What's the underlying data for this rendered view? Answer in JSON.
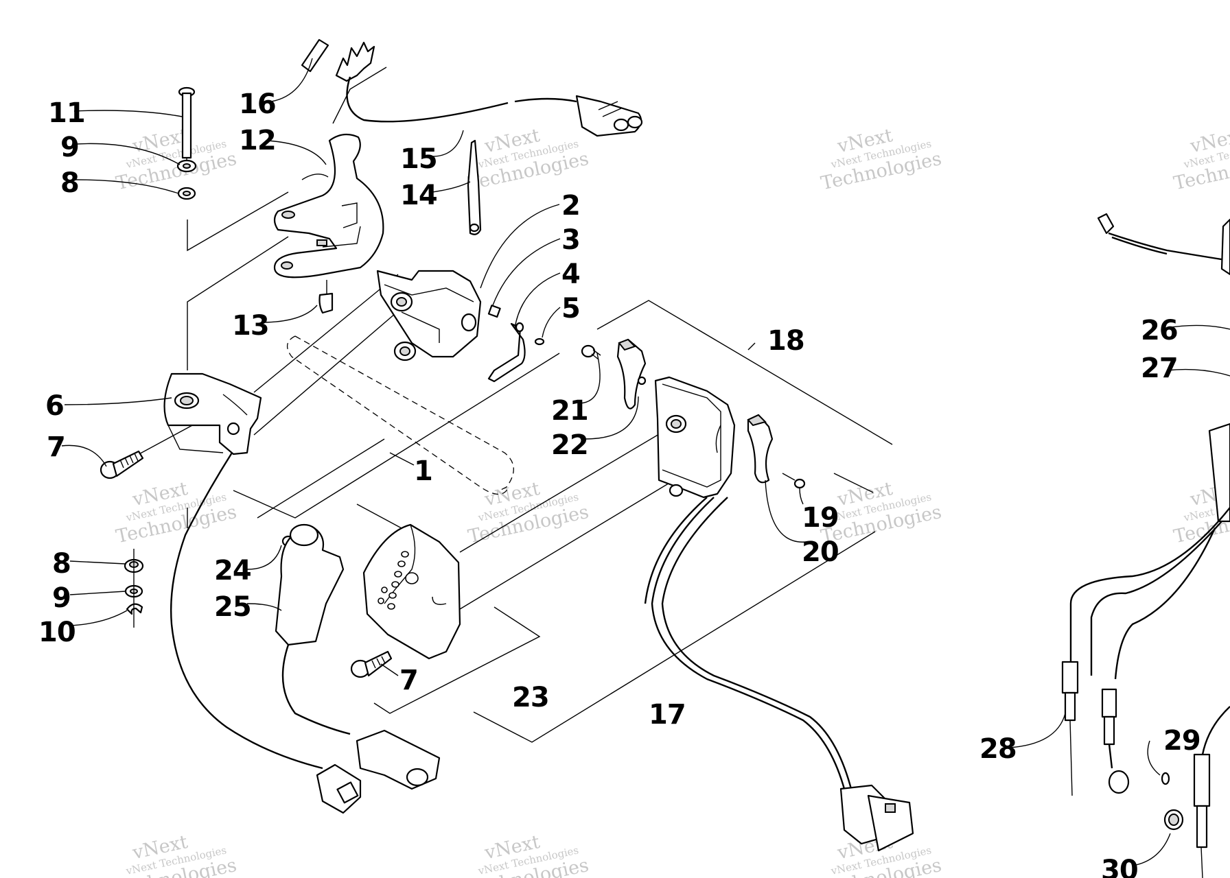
{
  "watermark": {
    "line1": "vNext Technologies",
    "line2": "Technologies",
    "top": "vNext"
  },
  "callouts": [
    {
      "label": "11"
    },
    {
      "label": "16"
    },
    {
      "label": "9"
    },
    {
      "label": "12"
    },
    {
      "label": "8"
    },
    {
      "label": "15"
    },
    {
      "label": "14"
    },
    {
      "label": "2"
    },
    {
      "label": "3"
    },
    {
      "label": "4"
    },
    {
      "label": "5"
    },
    {
      "label": "13"
    },
    {
      "label": "18"
    },
    {
      "label": "6"
    },
    {
      "label": "21"
    },
    {
      "label": "7"
    },
    {
      "label": "22"
    },
    {
      "label": "1"
    },
    {
      "label": "19"
    },
    {
      "label": "20"
    },
    {
      "label": "8"
    },
    {
      "label": "24"
    },
    {
      "label": "9"
    },
    {
      "label": "25"
    },
    {
      "label": "10"
    },
    {
      "label": "7"
    },
    {
      "label": "23"
    },
    {
      "label": "17"
    },
    {
      "label": "26"
    },
    {
      "label": "27"
    },
    {
      "label": "28"
    },
    {
      "label": "29"
    },
    {
      "label": "30"
    }
  ]
}
